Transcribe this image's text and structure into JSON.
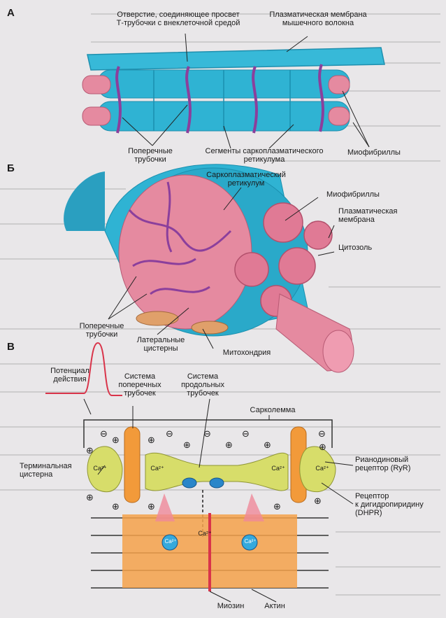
{
  "sections": {
    "a": "А",
    "b": "Б",
    "c": "В"
  },
  "panel_a": {
    "opening_line1": "Отверстие, соединяющее просвет",
    "opening_line2": "Т-трубочки с внеклеточной средой",
    "membrane_line1": "Плазматическая мембрана",
    "membrane_line2": "мышечного волокна",
    "ttubes_line1": "Поперечные",
    "ttubes_line2": "трубочки",
    "sr_segments": "Сегменты саркоплазматического",
    "sr_segments_line2": "ретикулума",
    "myofibrils": "Миофибриллы"
  },
  "panel_b": {
    "sr_line1": "Саркоплазматический",
    "sr_line2": "ретикулум",
    "myofibrils": "Миофибриллы",
    "membrane_line1": "Плазматическая",
    "membrane_line2": "мембрана",
    "cytosol": "Цитозоль",
    "ttubes_line1": "Поперечные",
    "ttubes_line2": "трубочки",
    "cisterns_line1": "Латеральные",
    "cisterns_line2": "цистерны",
    "mito": "Митохондрия"
  },
  "panel_c": {
    "ap_line1": "Потенциал",
    "ap_line2": "действия",
    "tsys_line1": "Система",
    "tsys_line2": "поперечных",
    "tsys_line3": "трубочек",
    "lsys_line1": "Система",
    "lsys_line2": "продольных",
    "lsys_line3": "трубочек",
    "sarcolemma": "Сарколемма",
    "terminal_line1": "Терминальная",
    "terminal_line2": "цистерна",
    "ryr_line1": "Рианодиновый",
    "ryr_line2": "рецептор (RyR)",
    "dhpr_line1": "Рецептор",
    "dhpr_line2": "к дигидропиридину",
    "dhpr_line3": "(DHPR)",
    "ca": "Ca²⁺",
    "myosin": "Миозин",
    "actin": "Актин"
  },
  "colors": {
    "cyan": "#2bb7d6",
    "cyan_dark": "#1a8fae",
    "pink": "#e98aa3",
    "purple": "#8b3f9c",
    "orange": "#f29a3a",
    "yellow_green": "#d7dd6a",
    "blue_ion": "#35a9dc"
  }
}
